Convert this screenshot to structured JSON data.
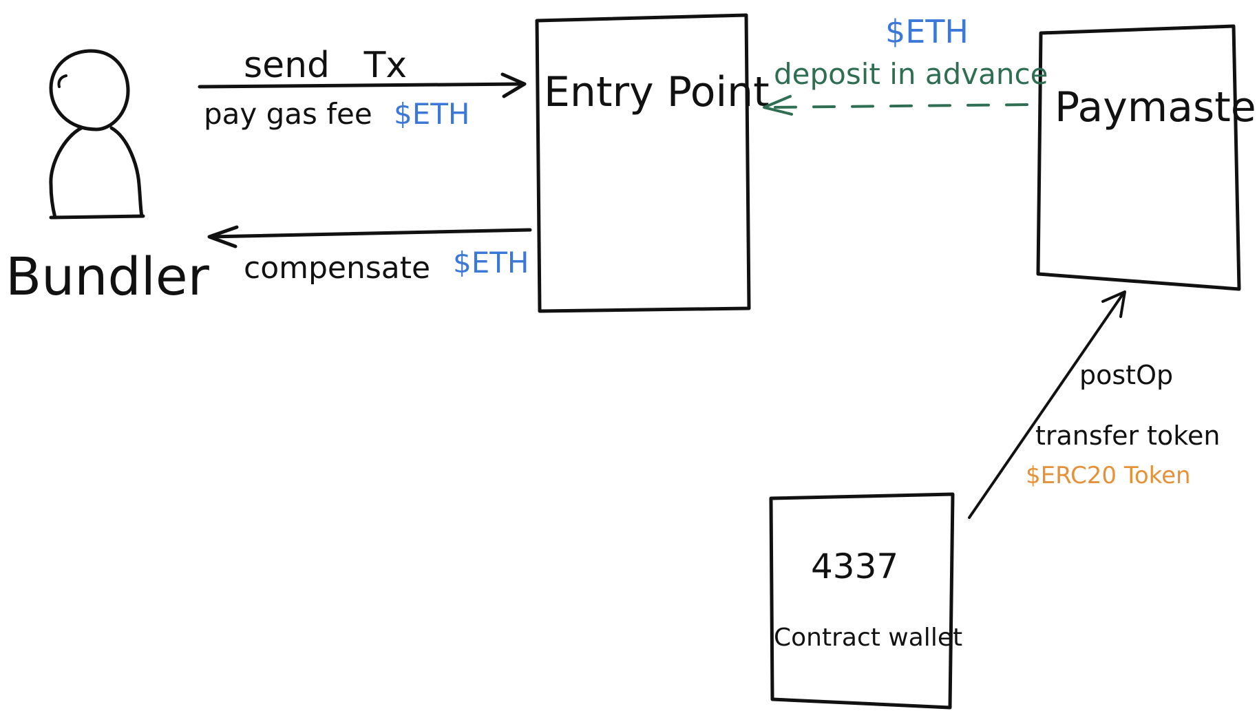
{
  "colors": {
    "ink": "#111111",
    "eth_blue": "#3c78d8",
    "deposit_green": "#2e6e52",
    "token_orange": "#e69138"
  },
  "actors": {
    "bundler": {
      "label": "Bundler",
      "icon": "person-icon"
    },
    "entry_point": {
      "label": "Entry Point"
    },
    "paymaster": {
      "label": "Paymaster"
    },
    "wallet": {
      "line1": "4337",
      "line2": "Contract wallet"
    }
  },
  "arrows": {
    "send_tx": {
      "label_top": "send   Tx",
      "label_bottom": "pay gas fee",
      "eth": "$ETH"
    },
    "compensate": {
      "label": "compensate",
      "eth": "$ETH"
    },
    "deposit": {
      "eth": "$ETH",
      "label": "deposit in advance"
    },
    "post_op": {
      "label1": "postOp",
      "label2": "transfer token",
      "token": "$ERC20 Token"
    }
  }
}
